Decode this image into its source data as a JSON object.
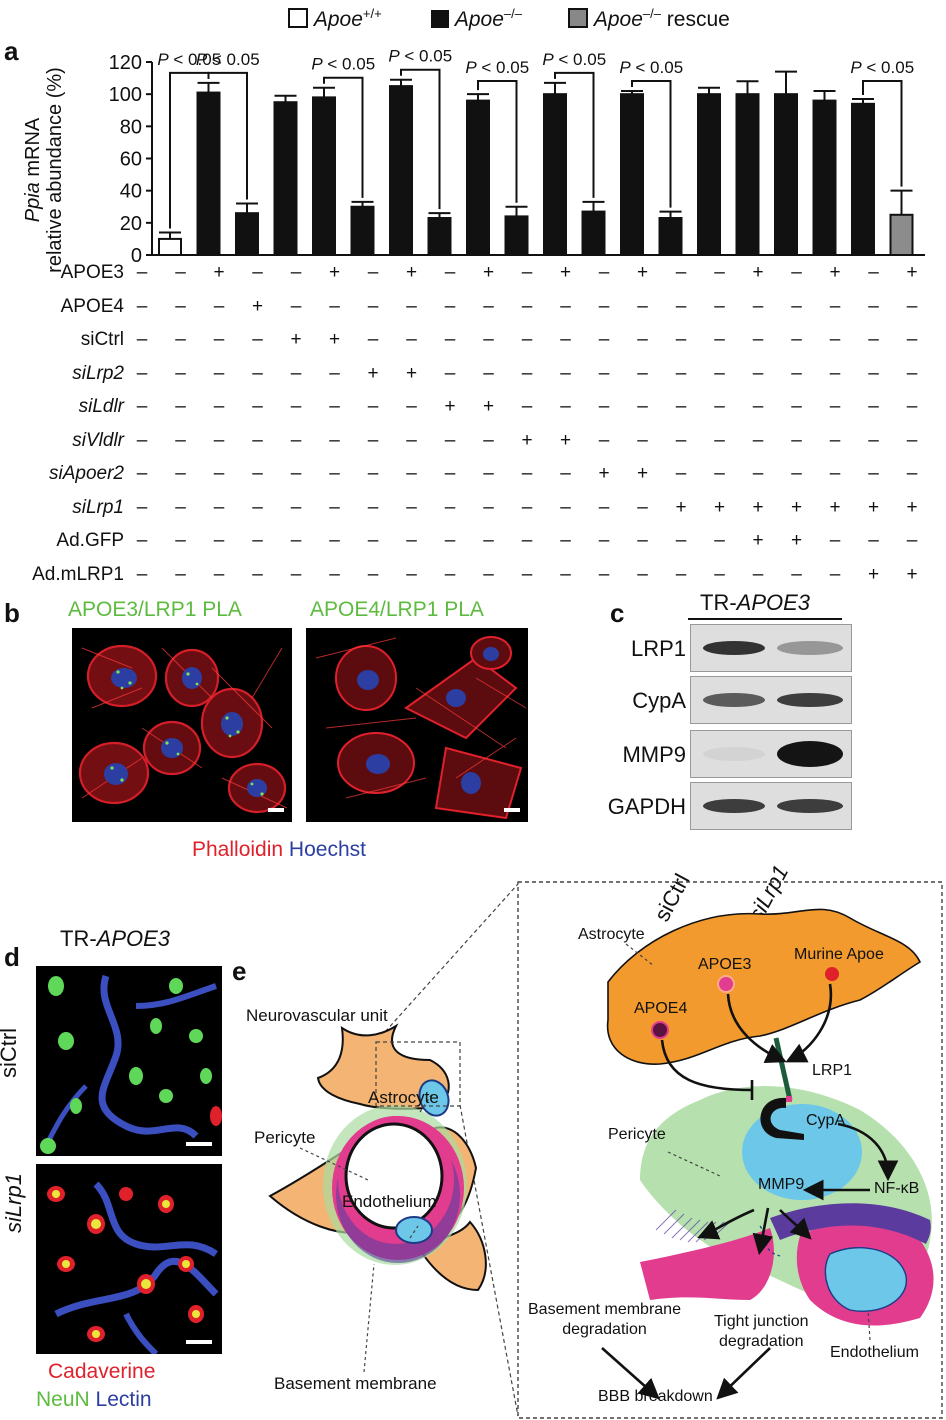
{
  "panel_a": {
    "letter": "a",
    "legend": [
      {
        "name": "Apoe",
        "sup": "+/+",
        "suffix": "",
        "color": "#ffffff"
      },
      {
        "name": "Apoe",
        "sup": "–/–",
        "suffix": "",
        "color": "#111111"
      },
      {
        "name": "Apoe",
        "sup": "–/–",
        "suffix": " rescue",
        "color": "#888888"
      }
    ],
    "ylabel_gene": "Ppia",
    "ylabel_rest": " mRNA",
    "ylabel_line2": "relative abundance (%)",
    "p_text": "P < 0.05",
    "row_labels": [
      "APOE3",
      "APOE4",
      "siCtrl",
      "siLrp2",
      "siLdlr",
      "siVldlr",
      "siApoer2",
      "siLrp1",
      "Ad.GFP",
      "Ad.mLRP1"
    ],
    "row_label_italic": [
      false,
      false,
      false,
      true,
      true,
      true,
      true,
      true,
      false,
      false
    ],
    "grid": [
      [
        "–",
        "–",
        "+",
        "–",
        "–",
        "+",
        "–",
        "+",
        "–",
        "+",
        "–",
        "+",
        "–",
        "+",
        "–",
        "–",
        "+",
        "–",
        "+",
        "–",
        "+"
      ],
      [
        "–",
        "–",
        "–",
        "+",
        "–",
        "–",
        "–",
        "–",
        "–",
        "–",
        "–",
        "–",
        "–",
        "–",
        "–",
        "–",
        "–",
        "–",
        "–",
        "–",
        "–"
      ],
      [
        "–",
        "–",
        "–",
        "–",
        "+",
        "+",
        "–",
        "–",
        "–",
        "–",
        "–",
        "–",
        "–",
        "–",
        "–",
        "–",
        "–",
        "–",
        "–",
        "–",
        "–"
      ],
      [
        "–",
        "–",
        "–",
        "–",
        "–",
        "–",
        "+",
        "+",
        "–",
        "–",
        "–",
        "–",
        "–",
        "–",
        "–",
        "–",
        "–",
        "–",
        "–",
        "–",
        "–"
      ],
      [
        "–",
        "–",
        "–",
        "–",
        "–",
        "–",
        "–",
        "–",
        "+",
        "+",
        "–",
        "–",
        "–",
        "–",
        "–",
        "–",
        "–",
        "–",
        "–",
        "–",
        "–"
      ],
      [
        "–",
        "–",
        "–",
        "–",
        "–",
        "–",
        "–",
        "–",
        "–",
        "–",
        "+",
        "+",
        "–",
        "–",
        "–",
        "–",
        "–",
        "–",
        "–",
        "–",
        "–"
      ],
      [
        "–",
        "–",
        "–",
        "–",
        "–",
        "–",
        "–",
        "–",
        "–",
        "–",
        "–",
        "–",
        "+",
        "+",
        "–",
        "–",
        "–",
        "–",
        "–",
        "–",
        "–"
      ],
      [
        "–",
        "–",
        "–",
        "–",
        "–",
        "–",
        "–",
        "–",
        "–",
        "–",
        "–",
        "–",
        "–",
        "–",
        "+",
        "+",
        "+",
        "+",
        "+",
        "+",
        "+"
      ],
      [
        "–",
        "–",
        "–",
        "–",
        "–",
        "–",
        "–",
        "–",
        "–",
        "–",
        "–",
        "–",
        "–",
        "–",
        "–",
        "–",
        "+",
        "+",
        "–",
        "–",
        "–"
      ],
      [
        "–",
        "–",
        "–",
        "–",
        "–",
        "–",
        "–",
        "–",
        "–",
        "–",
        "–",
        "–",
        "–",
        "–",
        "–",
        "–",
        "–",
        "–",
        "–",
        "+",
        "+"
      ]
    ]
  },
  "chart_data": {
    "type": "bar",
    "ylabel": "Ppia mRNA relative abundance (%)",
    "ylim": [
      0,
      120
    ],
    "yticks": [
      0,
      20,
      40,
      60,
      80,
      100,
      120
    ],
    "values": [
      10,
      101,
      26,
      95,
      98,
      30,
      105,
      23,
      96,
      24,
      100,
      27,
      100,
      23,
      100,
      100,
      100,
      96,
      94,
      25,
      0
    ],
    "errors": [
      4,
      6,
      6,
      4,
      6,
      3,
      4,
      3,
      4,
      6,
      7,
      6,
      2,
      4,
      4,
      8,
      14,
      6,
      3,
      15,
      0
    ],
    "bar_group": [
      "wt",
      "ko",
      "ko",
      "ko",
      "ko",
      "ko",
      "ko",
      "ko",
      "ko",
      "ko",
      "ko",
      "ko",
      "ko",
      "ko",
      "ko",
      "ko",
      "ko",
      "ko",
      "ko",
      "rescue"
    ],
    "group_colors": {
      "wt": "#ffffff",
      "ko": "#111111",
      "rescue": "#8c8c8c"
    },
    "significance": [
      [
        0,
        1
      ],
      [
        1,
        2
      ],
      [
        4,
        5
      ],
      [
        6,
        7
      ],
      [
        8,
        9
      ],
      [
        10,
        11
      ],
      [
        12,
        13
      ],
      [
        18,
        19
      ]
    ]
  },
  "panel_b": {
    "letter": "b",
    "title1": "APOE3/LRP1 PLA",
    "title2": "APOE4/LRP1 PLA",
    "stain1": "Phalloidin",
    "stain2": "Hoechst",
    "green": "#5dbb3f",
    "red": "#e0212b",
    "blue": "#2d3ea3"
  },
  "panel_c": {
    "letter": "c",
    "header_prefix": "TR-",
    "header_gene": "APOE3",
    "rows": [
      "LRP1",
      "CypA",
      "MMP9",
      "GAPDH"
    ],
    "lane1": "siCtrl",
    "lane2": "siLrp1",
    "band_intensity": [
      [
        0.85,
        0.35
      ],
      [
        0.65,
        0.8
      ],
      [
        0.05,
        1.0
      ],
      [
        0.8,
        0.8
      ]
    ]
  },
  "panel_d": {
    "letter": "d",
    "header_prefix": "TR-",
    "header_gene": "APOE3",
    "row1": "siCtrl",
    "row2": "siLrp1",
    "stain_cad": "Cadaverine",
    "stain_neun": "NeuN",
    "stain_lectin": "Lectin"
  },
  "panel_e": {
    "letter": "e",
    "neurovascular_unit": "Neurovascular unit",
    "astrocyte": "Astrocyte",
    "pericyte": "Pericyte",
    "endothelium": "Endothelium",
    "basement_membrane": "Basement membrane",
    "inset_astrocyte": "Astrocyte",
    "apoe3": "APOE3",
    "apoe4": "APOE4",
    "murine_apoe": "Murine Apoe",
    "lrp1": "LRP1",
    "inset_pericyte": "Pericyte",
    "cypa": "CypA",
    "nfkb": "NF-κB",
    "mmp9": "MMP9",
    "bm_deg1": "Basement membrane",
    "bm_deg2": "degradation",
    "tj_deg1": "Tight junction",
    "tj_deg2": "degradation",
    "inset_endothelium": "Endothelium",
    "bbb": "BBB breakdown",
    "colors": {
      "astrocyte": "#f29a2e",
      "pericyte": "#a9dca0",
      "nucleus": "#6cc7e8",
      "endo": "#e23c8f",
      "bm": "#5b3c9e"
    }
  }
}
